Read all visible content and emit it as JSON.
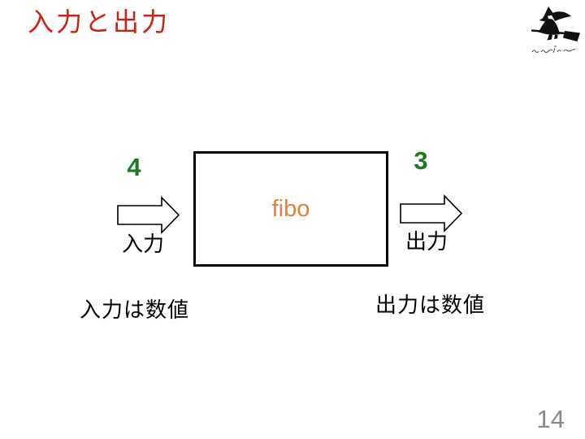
{
  "slide": {
    "title": "入力と出力",
    "page_number": "14"
  },
  "diagram": {
    "input_value": "4",
    "input_label": "入力",
    "input_note": "入力は数値",
    "box_label": "fibo",
    "output_value": "3",
    "output_label": "出力",
    "output_note": "出力は数値"
  },
  "icons": {
    "logo": "witch-on-broomstick-icon",
    "input_arrow": "right-block-arrow-outline",
    "output_arrow": "right-block-arrow-outline"
  },
  "colors": {
    "title": "#cc2213",
    "io_value": "#1f7a1f",
    "box_label": "#e0813f",
    "page_number": "#8a8a8a",
    "text": "#000000"
  }
}
